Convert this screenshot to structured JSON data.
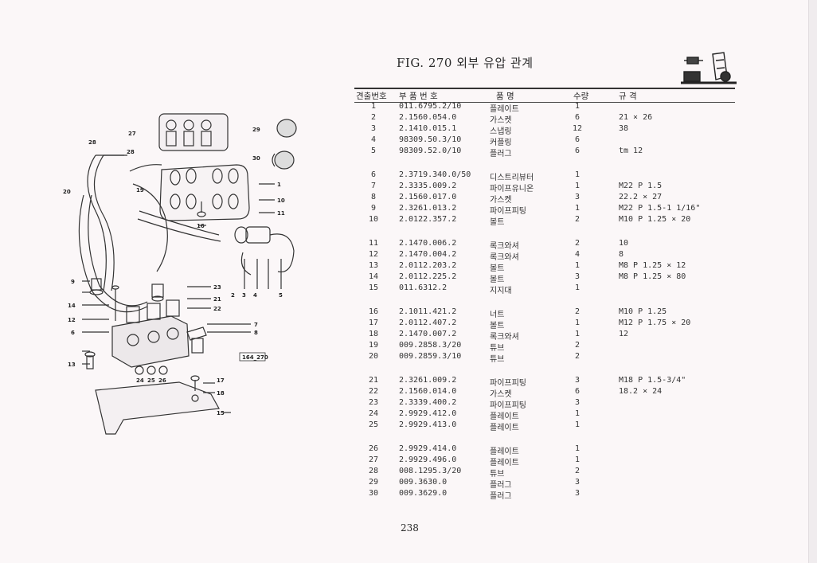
{
  "figure": {
    "title": "FIG. 270 외부 유압 관계",
    "drawing_code": "164_270",
    "callouts": [
      "1",
      "2",
      "3",
      "4",
      "5",
      "6",
      "7",
      "8",
      "9",
      "10",
      "11",
      "12",
      "13",
      "14",
      "15",
      "16",
      "17",
      "18",
      "19",
      "20",
      "21",
      "22",
      "23",
      "24",
      "25",
      "26",
      "27",
      "28",
      "28",
      "29",
      "30"
    ]
  },
  "table": {
    "headers": {
      "no": "견출번호",
      "part": "부 품 번 호",
      "name": "품 명",
      "qty": "수량",
      "spec": "규 격"
    },
    "rows": [
      {
        "no": "1",
        "part": "011.6795.2/10",
        "name": "플레이트",
        "qty": "1",
        "spec": ""
      },
      {
        "no": "2",
        "part": "2.1560.054.0",
        "name": "가스켓",
        "qty": "6",
        "spec": "21 × 26"
      },
      {
        "no": "3",
        "part": "2.1410.015.1",
        "name": "스냅링",
        "qty": "12",
        "spec": "38"
      },
      {
        "no": "4",
        "part": "98309.50.3/10",
        "name": "커플링",
        "qty": "6",
        "spec": ""
      },
      {
        "no": "5",
        "part": "98309.52.0/10",
        "name": "플러그",
        "qty": "6",
        "spec": "tm 12"
      },
      {
        "no": "6",
        "part": "2.3719.340.0/50",
        "name": "디스트리뷰터",
        "qty": "1",
        "spec": ""
      },
      {
        "no": "7",
        "part": "2.3335.009.2",
        "name": "파이프유니온",
        "qty": "1",
        "spec": "M22 P 1.5"
      },
      {
        "no": "8",
        "part": "2.1560.017.0",
        "name": "가스켓",
        "qty": "3",
        "spec": "22.2 × 27"
      },
      {
        "no": "9",
        "part": "2.3261.013.2",
        "name": "파이프피팅",
        "qty": "1",
        "spec": "M22 P 1.5-1 1/16\""
      },
      {
        "no": "10",
        "part": "2.0122.357.2",
        "name": "볼트",
        "qty": "2",
        "spec": "M10 P 1.25 × 20"
      },
      {
        "no": "11",
        "part": "2.1470.006.2",
        "name": "록크와셔",
        "qty": "2",
        "spec": "10"
      },
      {
        "no": "12",
        "part": "2.1470.004.2",
        "name": "록크와셔",
        "qty": "4",
        "spec": "8"
      },
      {
        "no": "13",
        "part": "2.0112.203.2",
        "name": "볼트",
        "qty": "1",
        "spec": "M8 P 1.25 × 12"
      },
      {
        "no": "14",
        "part": "2.0112.225.2",
        "name": "볼트",
        "qty": "3",
        "spec": "M8 P 1.25 × 80"
      },
      {
        "no": "15",
        "part": "011.6312.2",
        "name": "지지대",
        "qty": "1",
        "spec": ""
      },
      {
        "no": "16",
        "part": "2.1011.421.2",
        "name": "너트",
        "qty": "2",
        "spec": "M10 P 1.25"
      },
      {
        "no": "17",
        "part": "2.0112.407.2",
        "name": "볼트",
        "qty": "1",
        "spec": "M12 P 1.75 × 20"
      },
      {
        "no": "18",
        "part": "2.1470.007.2",
        "name": "록크와셔",
        "qty": "1",
        "spec": "12"
      },
      {
        "no": "19",
        "part": "009.2858.3/20",
        "name": "튜브",
        "qty": "2",
        "spec": ""
      },
      {
        "no": "20",
        "part": "009.2859.3/10",
        "name": "튜브",
        "qty": "2",
        "spec": ""
      },
      {
        "no": "21",
        "part": "2.3261.009.2",
        "name": "파이프피팅",
        "qty": "3",
        "spec": "M18 P 1.5-3/4\""
      },
      {
        "no": "22",
        "part": "2.1560.014.0",
        "name": "가스켓",
        "qty": "6",
        "spec": "18.2 × 24"
      },
      {
        "no": "23",
        "part": "2.3339.400.2",
        "name": "파이프피팅",
        "qty": "3",
        "spec": ""
      },
      {
        "no": "24",
        "part": "2.9929.412.0",
        "name": "플레이트",
        "qty": "1",
        "spec": ""
      },
      {
        "no": "25",
        "part": "2.9929.413.0",
        "name": "플레이트",
        "qty": "1",
        "spec": ""
      },
      {
        "no": "26",
        "part": "2.9929.414.0",
        "name": "플레이트",
        "qty": "1",
        "spec": ""
      },
      {
        "no": "27",
        "part": "2.9929.496.0",
        "name": "플레이트",
        "qty": "1",
        "spec": ""
      },
      {
        "no": "28",
        "part": "008.1295.3/20",
        "name": "튜브",
        "qty": "2",
        "spec": ""
      },
      {
        "no": "29",
        "part": "009.3630.0",
        "name": "플러그",
        "qty": "3",
        "spec": ""
      },
      {
        "no": "30",
        "part": "009.3629.0",
        "name": "플러그",
        "qty": "3",
        "spec": ""
      }
    ]
  },
  "page_number": "238"
}
